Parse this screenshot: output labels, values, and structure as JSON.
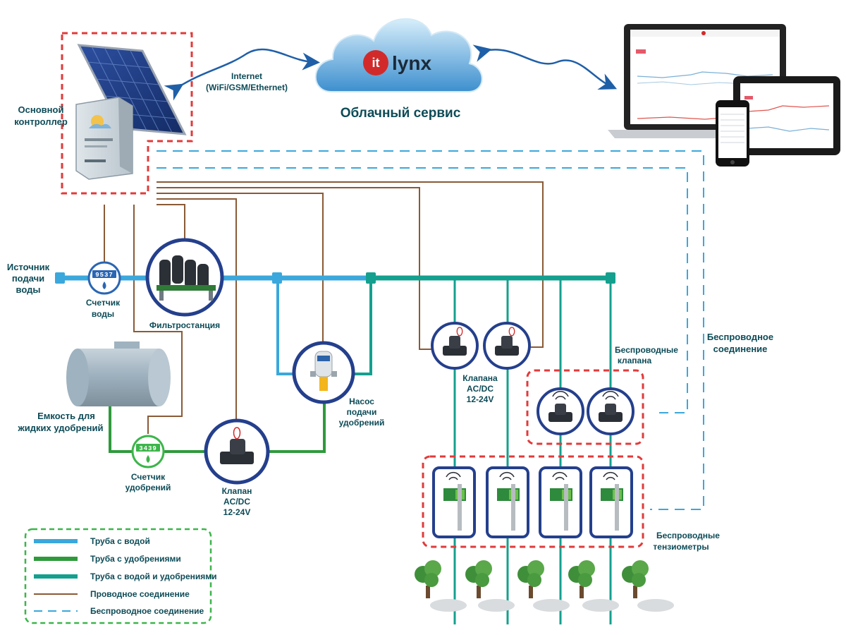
{
  "colors": {
    "water_pipe": "#3aa8dc",
    "fert_pipe": "#2e9a3c",
    "mix_pipe": "#14a08e",
    "wired": "#8a5a36",
    "wireless": "#3aa8dc",
    "dashed_box": "#e23a3a",
    "legend_box": "#3cb54a",
    "circle_border": "#243f8c",
    "label_text": "#0d4b57"
  },
  "cloud": {
    "brand_it": "it",
    "brand_lynx": "lynx",
    "caption": "Облачный сервис"
  },
  "internet": {
    "line1": "Internet",
    "line2": "(WiFi/GSM/Ethernet)"
  },
  "controller": {
    "label_line1": "Основной",
    "label_line2": "контроллер"
  },
  "water_source": {
    "line1": "Источник",
    "line2": "подачи",
    "line3": "воды"
  },
  "water_meter": {
    "digits": "9537",
    "label_line1": "Счетчик",
    "label_line2": "воды"
  },
  "filter_station": {
    "label": "Фильтростанция"
  },
  "tank": {
    "label_line1": "Емкость для",
    "label_line2": "жидких удобрений"
  },
  "fert_meter": {
    "digits": "3439",
    "label_line1": "Счетчик",
    "label_line2": "удобрений"
  },
  "fert_valve": {
    "label_line1": "Клапан",
    "label_line2": "AC/DC",
    "label_line3": "12-24V"
  },
  "fert_pump": {
    "label_line1": "Насос",
    "label_line2": "подачи",
    "label_line3": "удобрений"
  },
  "zone_valves": {
    "label_line1": "Клапана",
    "label_line2": "AC/DC",
    "label_line3": "12-24V"
  },
  "wireless_valves": {
    "label_line1": "Беспроводные",
    "label_line2": "клапана"
  },
  "wireless_link": {
    "label_line1": "Беспроводное",
    "label_line2": "соединение"
  },
  "tensiometers": {
    "label_line1": "Беспроводные",
    "label_line2": "тензиометры"
  },
  "legend": {
    "items": [
      {
        "label": "Труба с водой",
        "type": "water_pipe"
      },
      {
        "label": "Труба с удобрениями",
        "type": "fert_pipe"
      },
      {
        "label": "Труба с водой и удобрениями",
        "type": "mix_pipe"
      },
      {
        "label": "Проводное соединение",
        "type": "wired"
      },
      {
        "label": "Беспроводное соединение",
        "type": "wireless"
      }
    ]
  }
}
